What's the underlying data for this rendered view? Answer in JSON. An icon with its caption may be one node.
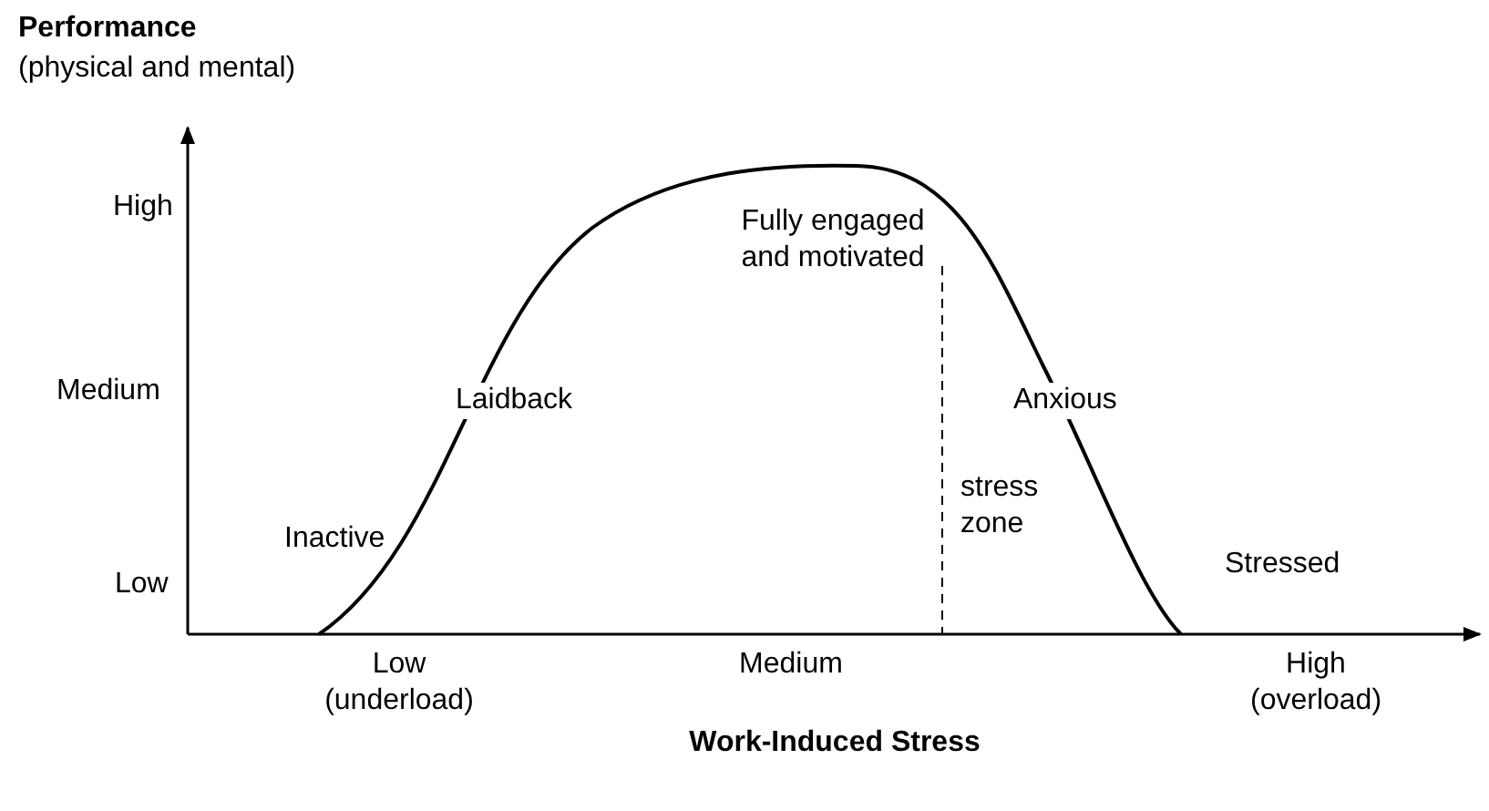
{
  "diagram": {
    "labels": [
      "Performance",
      "(physical and mental)",
      "High",
      "Medium",
      "Low",
      "Low (underload)",
      "Medium",
      "High (overload)",
      "Work-Induced Stress",
      "Inactive",
      "Laidback",
      "Fully engaged and motivated",
      "Anxious",
      "stress zone",
      "Stressed"
    ]
  }
}
